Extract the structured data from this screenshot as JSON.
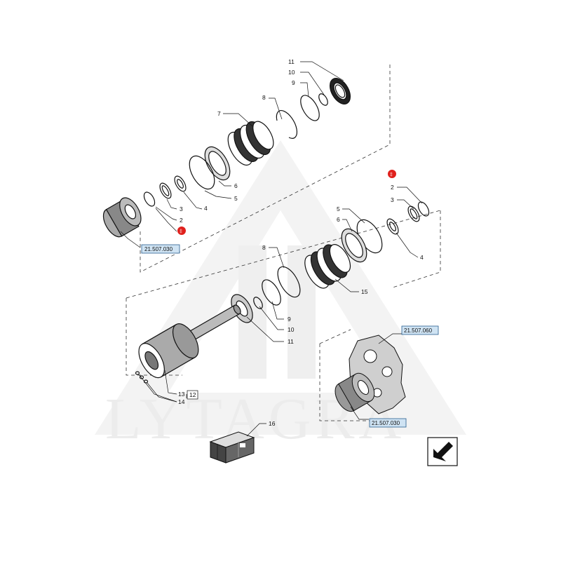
{
  "watermark": {
    "text": "LYTAGRA"
  },
  "callouts": {
    "top": {
      "n11": "11",
      "n10": "10",
      "n9": "9",
      "n8": "8",
      "n7": "7",
      "n6": "6",
      "n5": "5",
      "n4": "4",
      "n3": "3",
      "n2": "2"
    },
    "right": {
      "n2": "2",
      "n3": "3",
      "n5": "5",
      "n6": "6",
      "n4": "4",
      "n8": "8",
      "n15": "15"
    },
    "lower": {
      "n9": "9",
      "n10": "10",
      "n11": "11",
      "n13": "13",
      "n14": "14",
      "n12": "12",
      "n16": "16"
    }
  },
  "references": {
    "left_gear": "21.507.030",
    "housing": "21.507.060",
    "housing_gear": "21.507.030"
  },
  "badges": {
    "left": "‡",
    "right": "‡"
  },
  "colors": {
    "accent_red": "#e0201c",
    "ref_box_fill": "#cfe3f3",
    "ref_box_stroke": "#2a5f8f"
  },
  "icons": {
    "nav": "arrow-nav-icon",
    "kit": "parts-kit-box"
  }
}
